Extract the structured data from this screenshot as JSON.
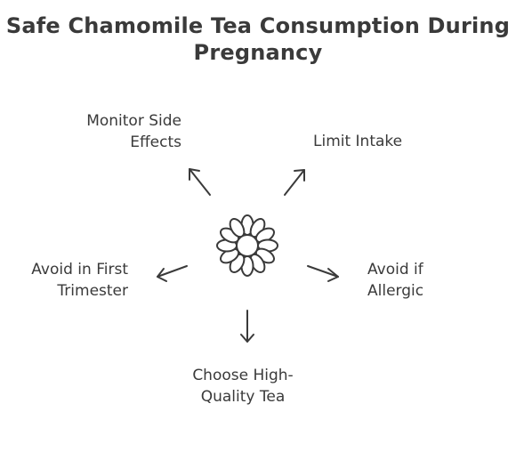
{
  "title": {
    "line1": "Safe Chamomile Tea Consumption During",
    "line2": "Pregnancy"
  },
  "center_icon": "chamomile-flower-icon",
  "branches": {
    "monitor": {
      "line1": "Monitor Side",
      "line2": "Effects"
    },
    "limit": {
      "line1": "Limit Intake"
    },
    "first_trimester": {
      "line1": "Avoid in First",
      "line2": "Trimester"
    },
    "allergic": {
      "line1": "Avoid if",
      "line2": "Allergic"
    },
    "choose": {
      "line1": "Choose High-",
      "line2": "Quality Tea"
    }
  },
  "colors": {
    "ink": "#3a3a3a",
    "background": "#ffffff"
  }
}
